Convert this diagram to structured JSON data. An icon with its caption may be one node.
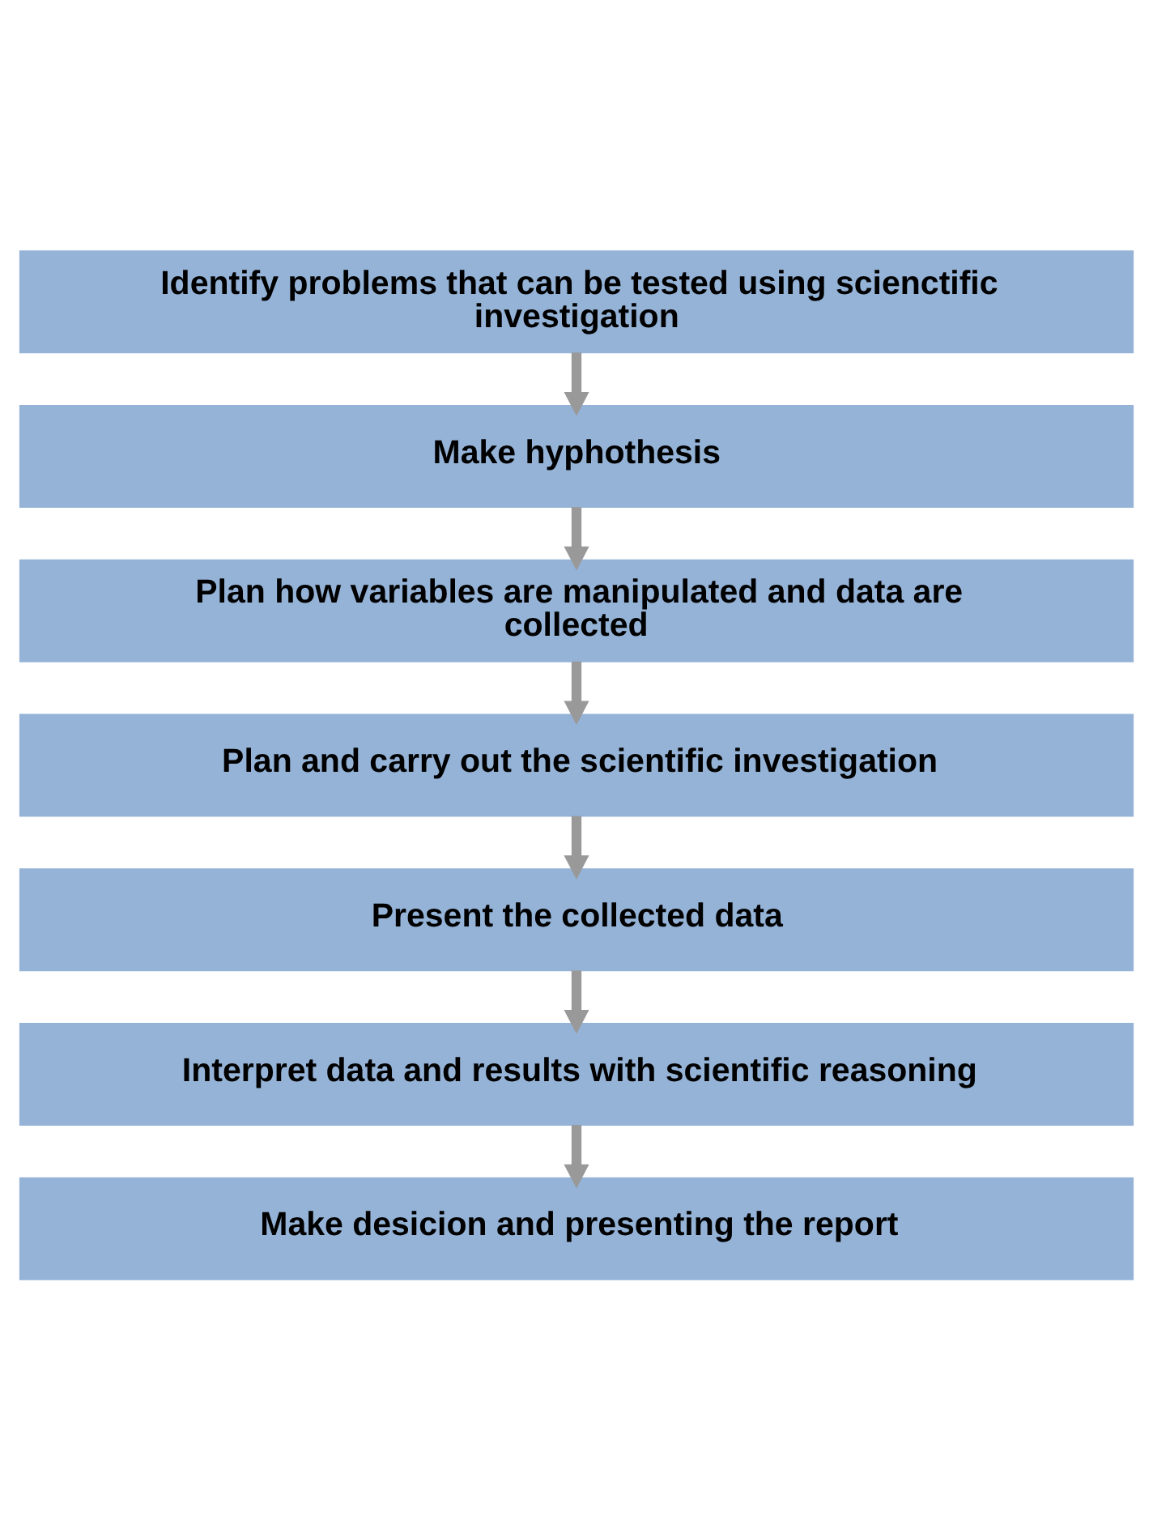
{
  "diagram": {
    "nodes": [
      {
        "text": [
          "Identify problems that can be tested using scienctific investigation"
        ]
      },
      {
        "text": [
          "Make hyphothesis"
        ]
      },
      {
        "text": [
          "Plan how variables are manipulated and data are collected"
        ]
      },
      {
        "text": [
          "Plan and carry out the scientific investigation"
        ]
      },
      {
        "text": [
          "Present the collected data"
        ]
      },
      {
        "text": [
          "Interpret data and results with scientific reasoning"
        ]
      },
      {
        "text": [
          "Make desicion and presenting the report"
        ]
      }
    ],
    "edges": [
      {
        "from": 0,
        "to": 1,
        "arrow": "to"
      },
      {
        "from": 1,
        "to": 2,
        "arrow": "to"
      },
      {
        "from": 2,
        "to": 3,
        "arrow": "to"
      },
      {
        "from": 3,
        "to": 4,
        "arrow": "to"
      },
      {
        "from": 4,
        "to": 5,
        "arrow": "to"
      },
      {
        "from": 5,
        "to": 6,
        "arrow": "to"
      }
    ]
  }
}
